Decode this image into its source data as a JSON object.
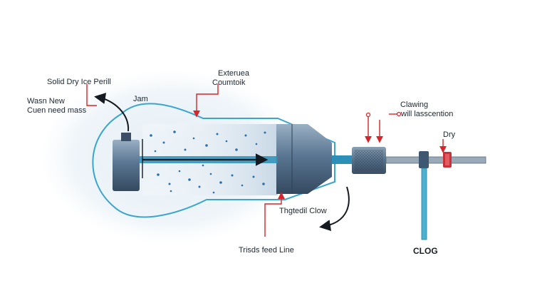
{
  "labels": {
    "solid_dry_ice": "Solid Dry Ice Perill",
    "wash_new_line1": "Wasn New",
    "wash_new_line2": "Cuen need mass",
    "jam": "Jam",
    "external_line1": "Exteruea",
    "external_line2": "Coumtoik",
    "clowing_line1": "Clawing",
    "clowing_line2": "will lasscention",
    "dry": "Dry",
    "thgical_clow": "Thgtedil Clow",
    "trisds_feed": "Trisds feed Line",
    "clog": "CLOG"
  },
  "colors": {
    "tube_outline": "#3aa6cf",
    "body_steel": "#4f6a86",
    "pipe_blue": "#2b8fb8",
    "callout_red": "#d6262b",
    "arrow_dark": "#151a20",
    "particle": "#2d6fa8"
  }
}
